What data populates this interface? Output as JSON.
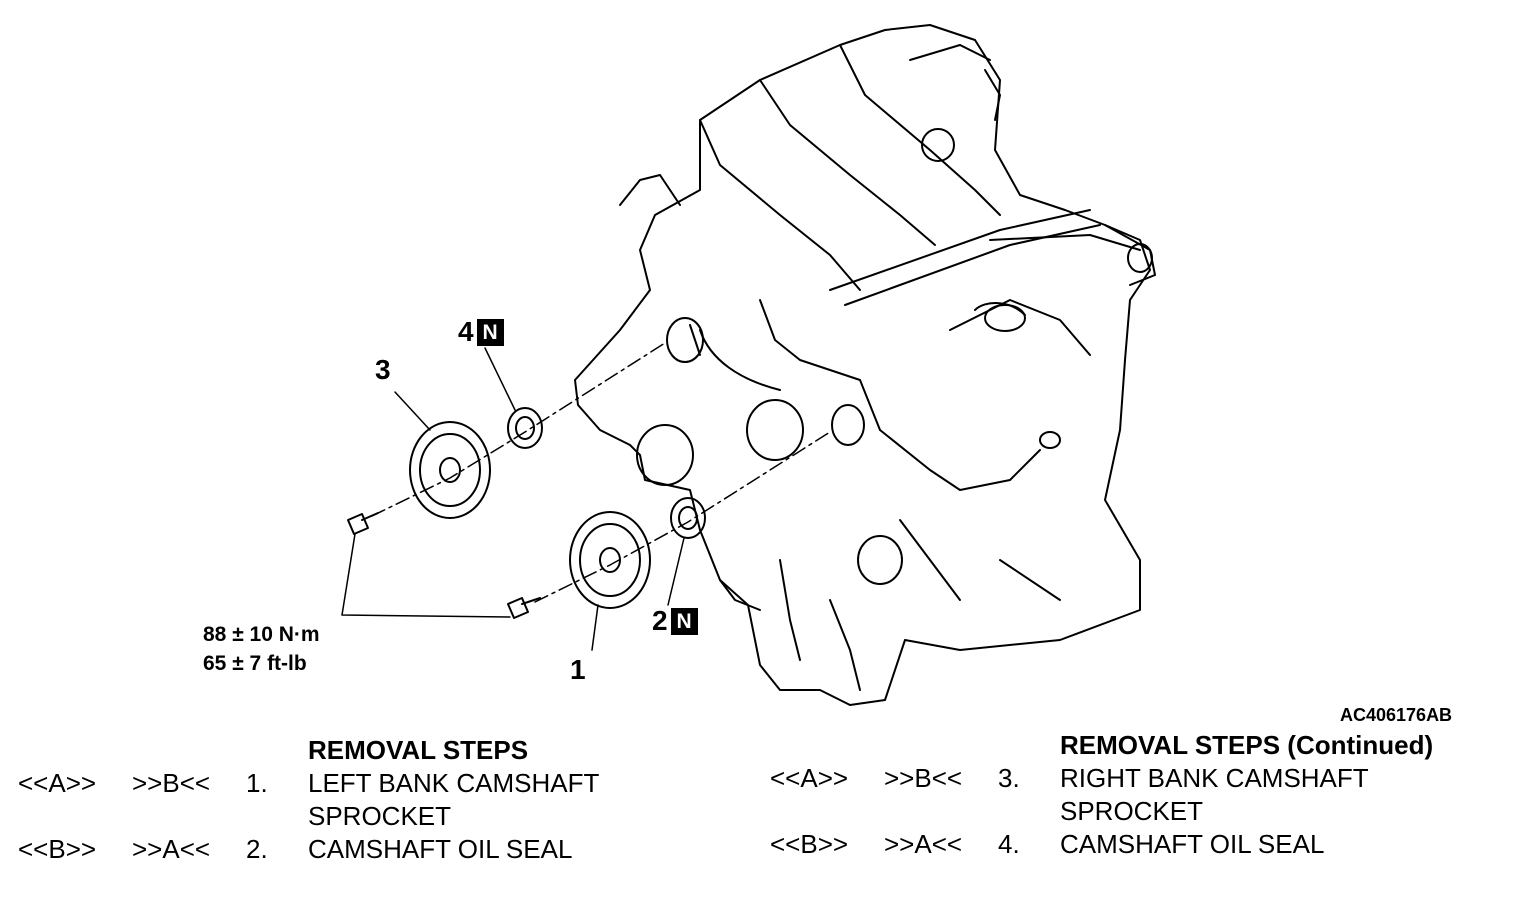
{
  "figure": {
    "callouts": [
      {
        "number": "1",
        "new_part_mark": ""
      },
      {
        "number": "2",
        "new_part_mark": "N"
      },
      {
        "number": "3",
        "new_part_mark": ""
      },
      {
        "number": "4",
        "new_part_mark": "N"
      }
    ],
    "torque": {
      "metric": "88 ± 10 N·m",
      "imperial": "65 ± 7 ft-lb"
    },
    "reference_code": "AC406176AB"
  },
  "removal_steps_left": {
    "heading": "REMOVAL STEPS",
    "rows": [
      {
        "removal_mark": "<<A>>",
        "install_mark": ">>B<<",
        "number": "1.",
        "line1": "LEFT BANK CAMSHAFT",
        "line2": "SPROCKET"
      },
      {
        "removal_mark": "<<B>>",
        "install_mark": ">>A<<",
        "number": "2.",
        "line1": "CAMSHAFT OIL SEAL",
        "line2": ""
      }
    ]
  },
  "removal_steps_right": {
    "heading": "REMOVAL STEPS (Continued)",
    "rows": [
      {
        "removal_mark": "<<A>>",
        "install_mark": ">>B<<",
        "number": "3.",
        "line1": "RIGHT BANK CAMSHAFT",
        "line2": "SPROCKET"
      },
      {
        "removal_mark": "<<B>>",
        "install_mark": ">>A<<",
        "number": "4.",
        "line1": "CAMSHAFT OIL SEAL",
        "line2": ""
      }
    ]
  }
}
